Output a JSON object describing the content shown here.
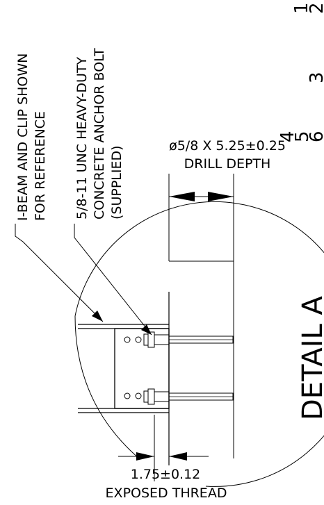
{
  "notes": {
    "ibeam_line1": "I-BEAM AND CLIP SHOWN",
    "ibeam_line2": "FOR REFERENCE",
    "anchor_line1": "5/8-11 UNC HEAVY-DUTY",
    "anchor_line2": "CONCRETE ANCHOR BOLT",
    "anchor_line3": "(SUPPLIED)"
  },
  "dimensions": {
    "drill_value": "ø5/8 X 5.25±0.25",
    "drill_label": "DRILL DEPTH",
    "thread_value": "1.75±0.12",
    "thread_label": "EXPOSED THREAD"
  },
  "detail_title": "DETAIL A",
  "edge_numbers": [
    "1",
    "2",
    "3",
    "4",
    "5",
    "6"
  ],
  "colors": {
    "ink": "#000000",
    "background": "#ffffff"
  }
}
